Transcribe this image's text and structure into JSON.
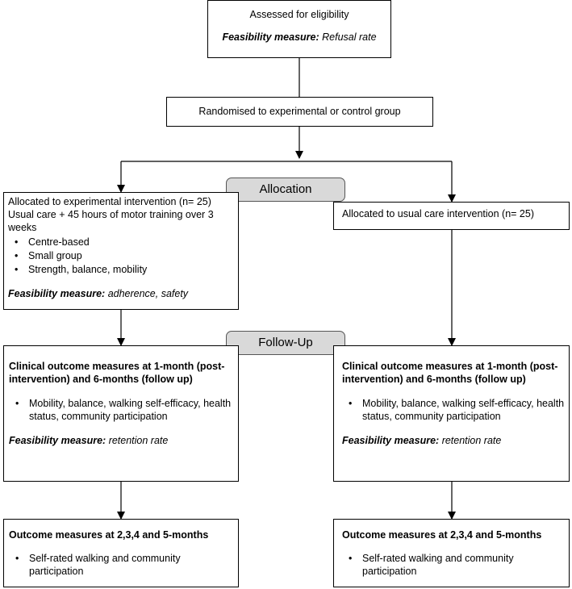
{
  "eligibility": {
    "title": "Assessed for eligibility",
    "feasibility_label": "Feasibility measure:",
    "feasibility_value": "Refusal rate"
  },
  "randomisation": {
    "title": "Randomised to experimental or control group"
  },
  "allocation_label": "Allocation",
  "followup_label": "Follow-Up",
  "experimental": {
    "line1": "Allocated to experimental intervention (n= 25)",
    "line2": "Usual care + 45 hours of motor training over 3 weeks",
    "bullets": [
      "Centre-based",
      "Small group",
      "Strength, balance, mobility"
    ],
    "feasibility_label": "Feasibility measure:",
    "feasibility_value": "adherence, safety"
  },
  "usual_care": {
    "line1": "Allocated to usual care intervention (n= 25)"
  },
  "clinical_left": {
    "title": "Clinical outcome measures at 1-month (post-intervention) and 6-months (follow up)",
    "bullet": "Mobility, balance, walking self-efficacy, health status, community participation",
    "feasibility_label": "Feasibility measure:",
    "feasibility_value": "retention rate"
  },
  "clinical_right": {
    "title": "Clinical outcome measures at 1-month (post-intervention) and 6-months (follow up)",
    "bullet": "Mobility, balance, walking self-efficacy, health status, community participation",
    "feasibility_label": "Feasibility measure:",
    "feasibility_value": "retention rate"
  },
  "outcome_left": {
    "title": "Outcome measures at 2,3,4 and 5-months",
    "bullet": "Self-rated walking and community participation"
  },
  "outcome_right": {
    "title": "Outcome measures at 2,3,4 and 5-months",
    "bullet": "Self-rated walking and community participation"
  }
}
